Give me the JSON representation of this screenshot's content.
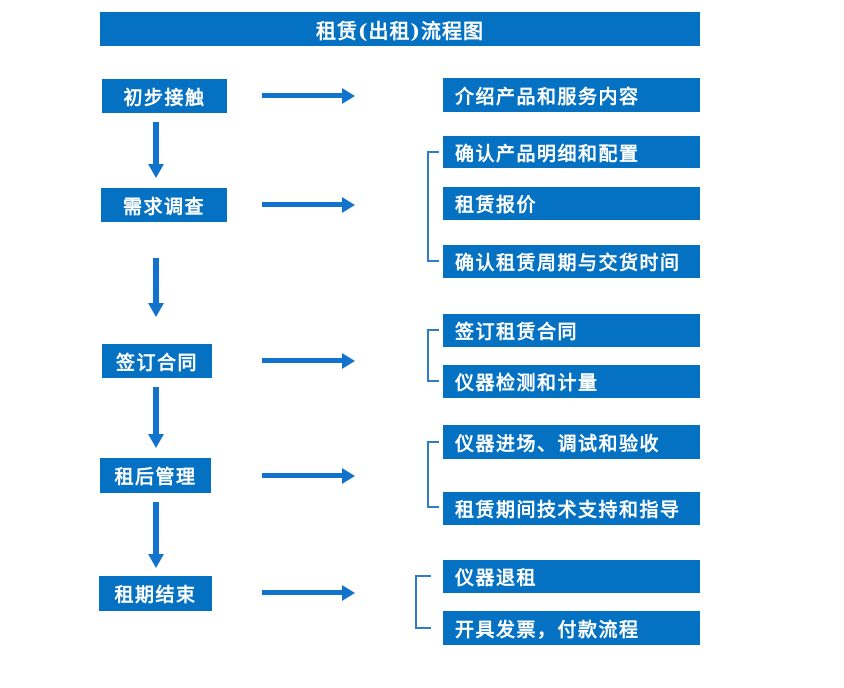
{
  "title": "租赁(出租)流程图",
  "colors": {
    "box-blue": "#0471C2",
    "arrow-blue": "#1273CC",
    "bracket-blue": "#2E7BC6"
  },
  "rows": [
    {
      "stage": "初步接触",
      "outputs": [
        "介绍产品和服务内容"
      ]
    },
    {
      "stage": "需求调查",
      "outputs": [
        "确认产品明细和配置",
        "租赁报价",
        "确认租赁周期与交货时间"
      ]
    },
    {
      "stage": "签订合同",
      "outputs": [
        "签订租赁合同",
        "仪器检测和计量"
      ]
    },
    {
      "stage": "租后管理",
      "outputs": [
        "仪器进场、调试和验收",
        "租赁期间技术支持和指导"
      ]
    },
    {
      "stage": "租期结束",
      "outputs": [
        "仪器退租",
        "开具发票，付款流程"
      ]
    }
  ]
}
